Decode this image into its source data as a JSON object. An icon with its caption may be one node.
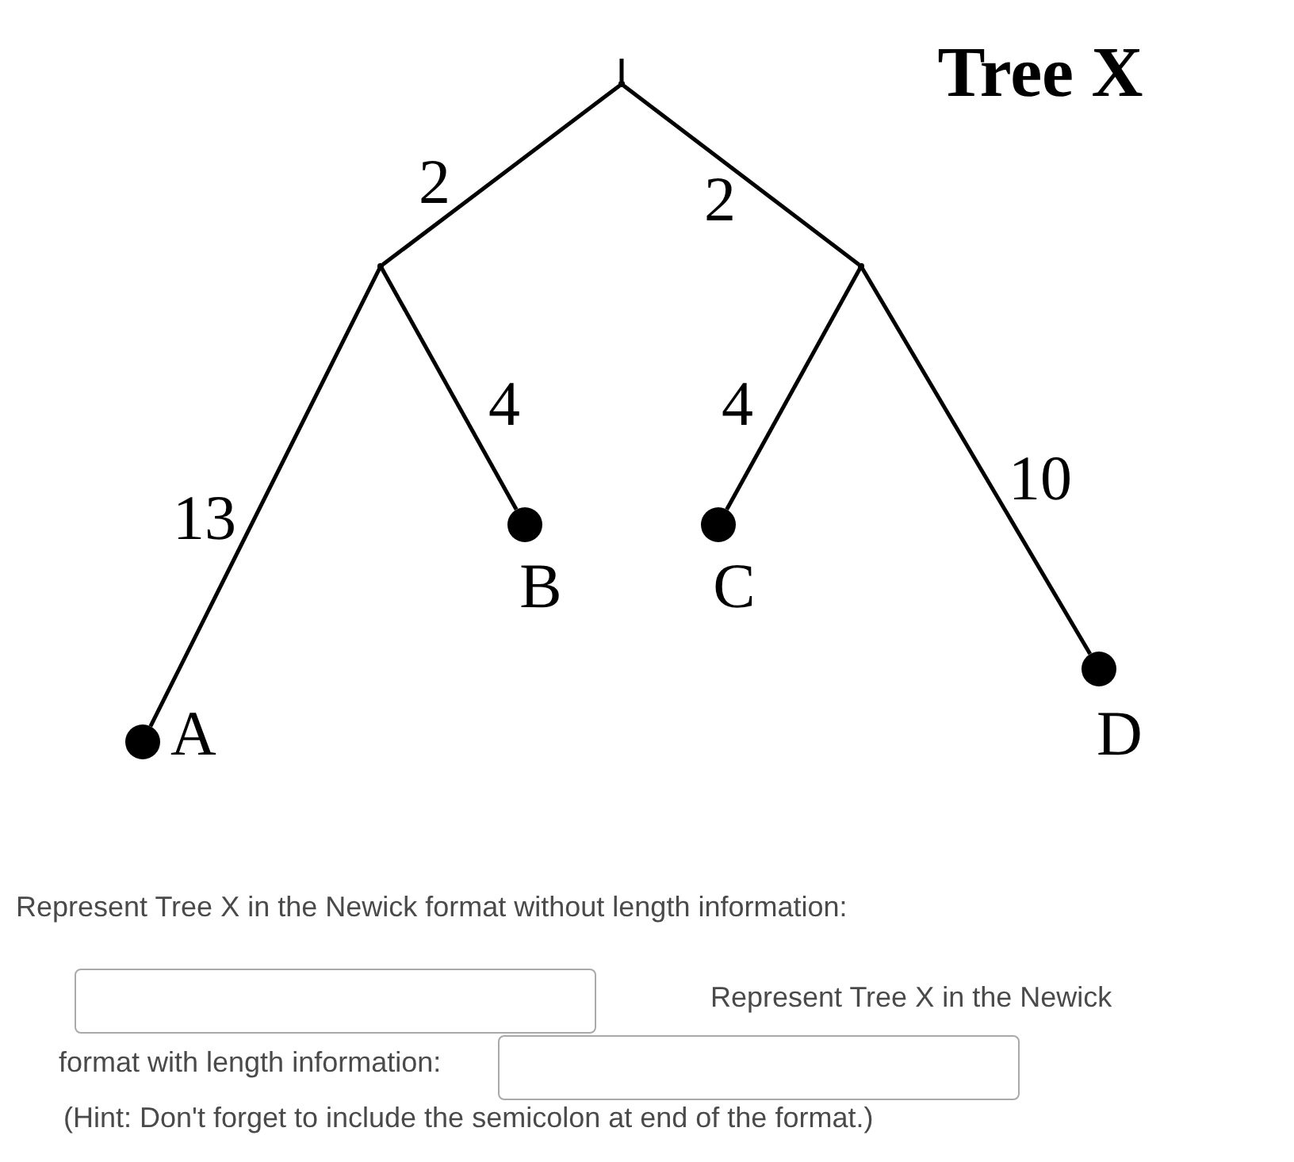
{
  "diagram": {
    "title": "Tree X",
    "nodes": [
      {
        "text": [],
        "shape": "point"
      },
      {
        "text": [],
        "shape": "point"
      },
      {
        "text": [],
        "shape": "point"
      },
      {
        "text": [],
        "shape": "circle",
        "beside": [
          "A"
        ]
      },
      {
        "text": [],
        "shape": "circle",
        "beside": [
          "B"
        ]
      },
      {
        "text": [],
        "shape": "circle",
        "beside": [
          "C"
        ]
      },
      {
        "text": [],
        "shape": "circle",
        "beside": [
          "D"
        ]
      }
    ],
    "edges": [
      {
        "from": null,
        "to": 0,
        "arrow": "none"
      },
      {
        "from": 0,
        "to": 1,
        "arrow": "none",
        "label": "2"
      },
      {
        "from": 0,
        "to": 2,
        "arrow": "none",
        "label": "2"
      },
      {
        "from": 1,
        "to": 3,
        "arrow": "none",
        "label": "13"
      },
      {
        "from": 1,
        "to": 4,
        "arrow": "none",
        "label": "4"
      },
      {
        "from": 2,
        "to": 5,
        "arrow": "none",
        "label": "4"
      },
      {
        "from": 2,
        "to": 6,
        "arrow": "none",
        "label": "10"
      }
    ],
    "labels": [
      "Represent Tree X in the Newick format without length information:",
      "Represent Tree X in the Newick",
      "format with length information:",
      "(Hint: Don't forget to include the semicolon at end of the format.)"
    ]
  }
}
